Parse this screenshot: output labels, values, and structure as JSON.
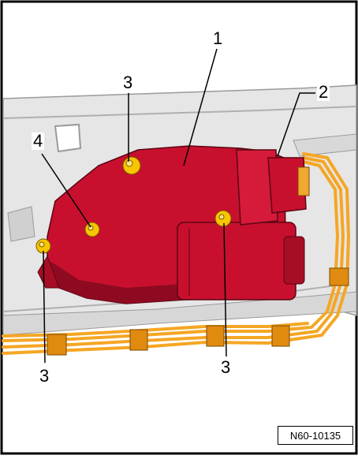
{
  "figure": {
    "callouts": {
      "motor_unit": "1",
      "connector": "2",
      "screw_top": "3",
      "screw_left": "3",
      "screw_middle": "3",
      "screw_small": "4"
    },
    "reference_code": "N60-10135"
  },
  "colors": {
    "part_red": "#c8102e",
    "part_red_dark": "#8e0a20",
    "harness_orange": "#f5a623",
    "screw_yellow": "#f7c600",
    "panel_grey": "#e4e4e4",
    "line_grey": "#9a9a9a"
  }
}
